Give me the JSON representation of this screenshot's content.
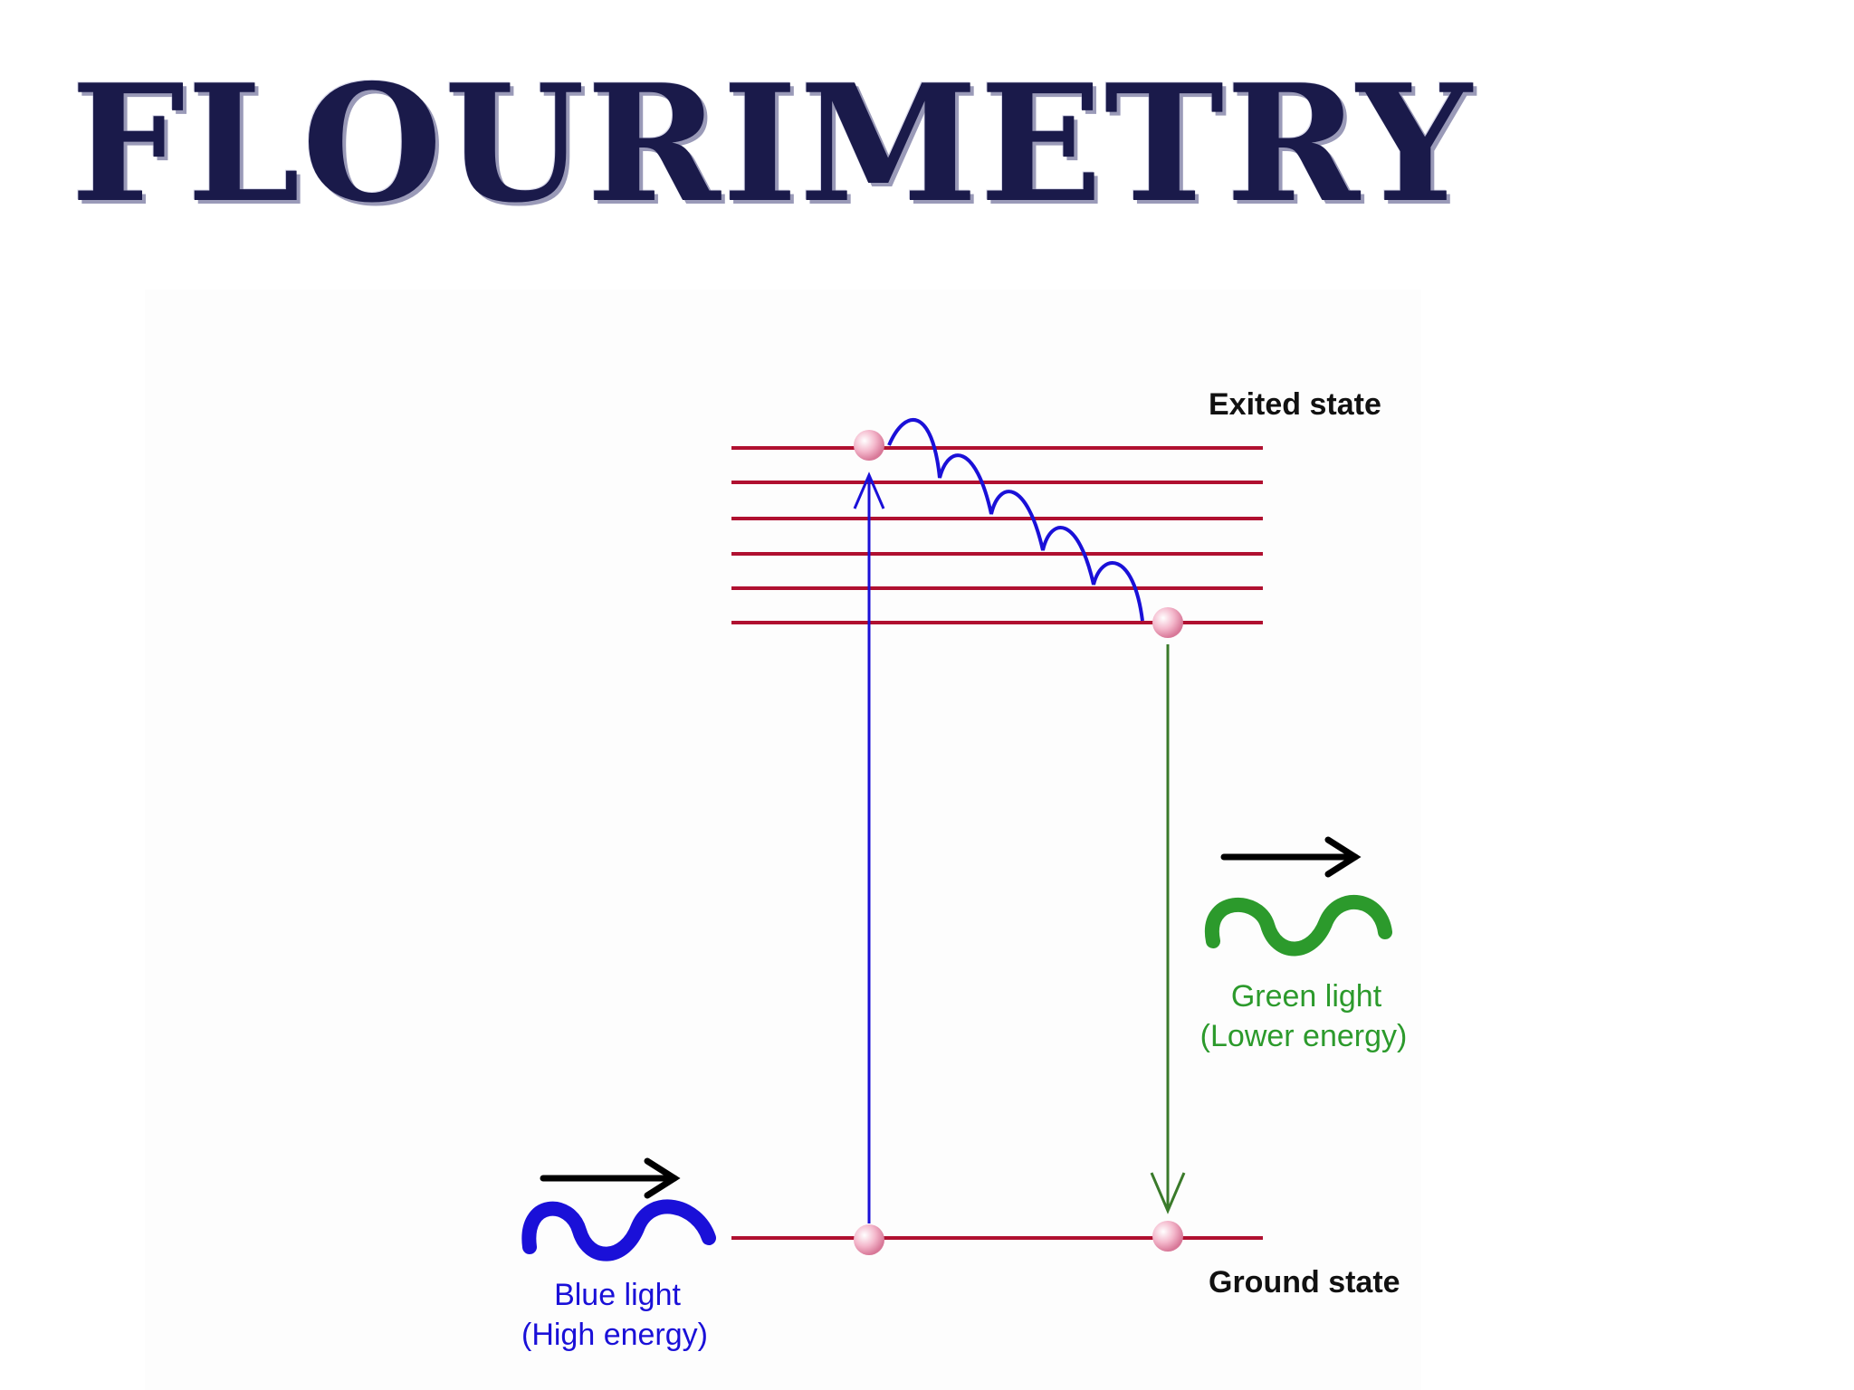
{
  "title": "FLOURIMETRY",
  "diagram": {
    "excited_label": "Exited state",
    "ground_label": "Ground state",
    "blue_light": {
      "line1": "Blue light",
      "line2": "(High energy)"
    },
    "green_light": {
      "line1": "Green light",
      "line2": "(Lower energy)"
    }
  },
  "colors": {
    "title": "#1a1a4a",
    "energy_level": "#b01030",
    "blue": "#1a10d8",
    "green": "#2c9a2c",
    "emission_arrow": "#3a7a2a",
    "arrow": "#000000",
    "particle": "#f4b8cc"
  }
}
